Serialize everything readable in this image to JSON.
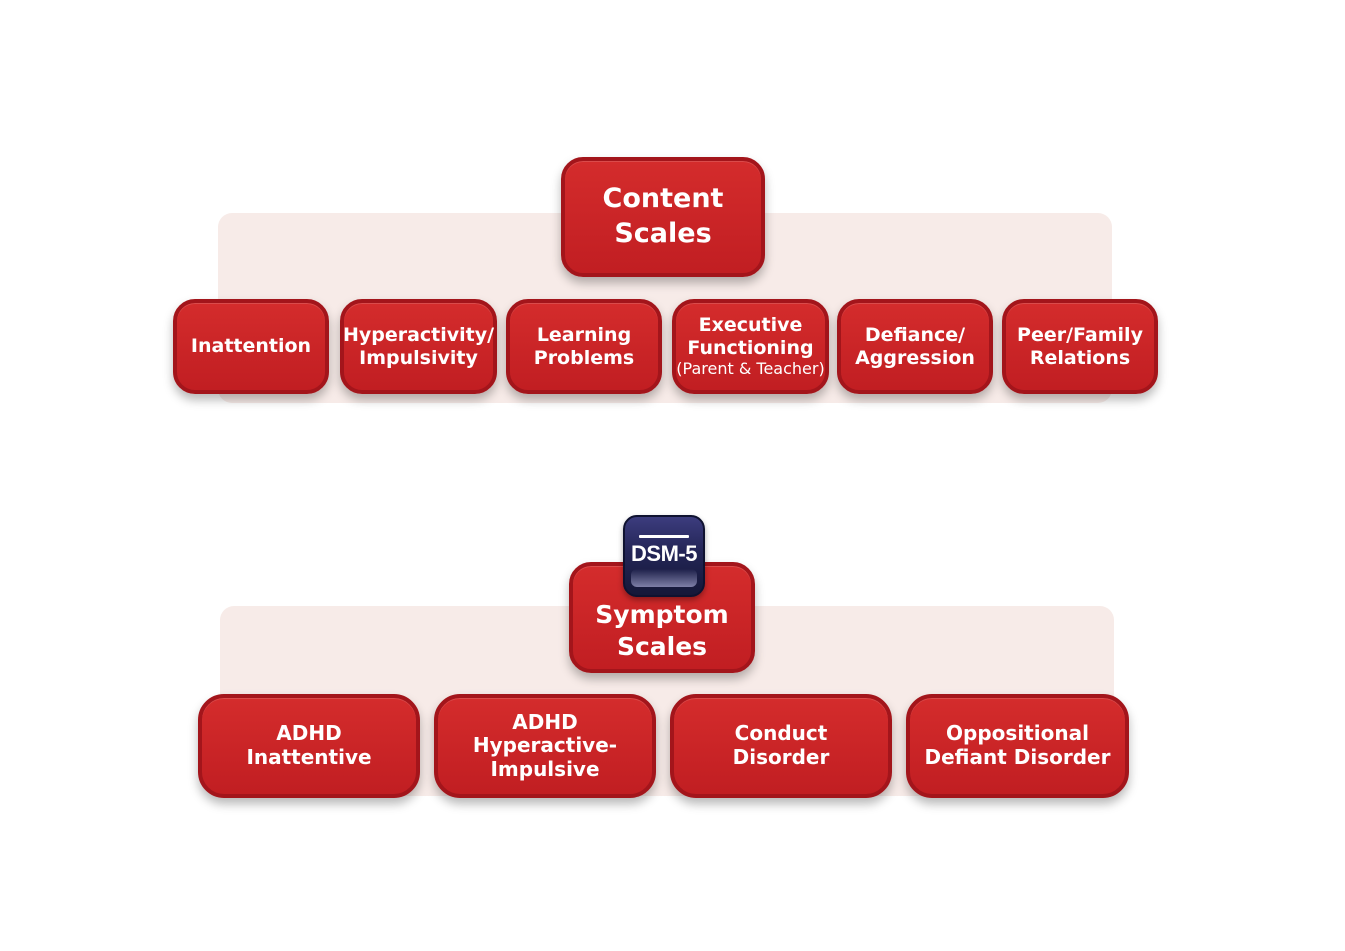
{
  "content_scales": {
    "title": [
      "Content",
      "Scales"
    ],
    "items": [
      {
        "lines": [
          "Inattention"
        ]
      },
      {
        "lines": [
          "Hyperactivity/",
          "Impulsivity"
        ]
      },
      {
        "lines": [
          "Learning",
          "Problems"
        ]
      },
      {
        "lines": [
          "Executive",
          "Functioning"
        ],
        "note": "(Parent & Teacher)"
      },
      {
        "lines": [
          "Defiance/",
          "Aggression"
        ]
      },
      {
        "lines": [
          "Peer/Family",
          "Relations"
        ]
      }
    ]
  },
  "symptom_scales": {
    "badge": "DSM-5",
    "title": [
      "Symptom",
      "Scales"
    ],
    "items": [
      {
        "lines": [
          "ADHD",
          "Inattentive"
        ]
      },
      {
        "lines": [
          "ADHD",
          "Hyperactive-",
          "Impulsive"
        ]
      },
      {
        "lines": [
          "Conduct",
          "Disorder"
        ]
      },
      {
        "lines": [
          "Oppositional",
          "Defiant Disorder"
        ]
      }
    ]
  },
  "colors": {
    "box_red": "#c8252a",
    "box_border": "#a3151b",
    "panel_tint": "#f7ebe8",
    "badge_navy": "#232556"
  }
}
